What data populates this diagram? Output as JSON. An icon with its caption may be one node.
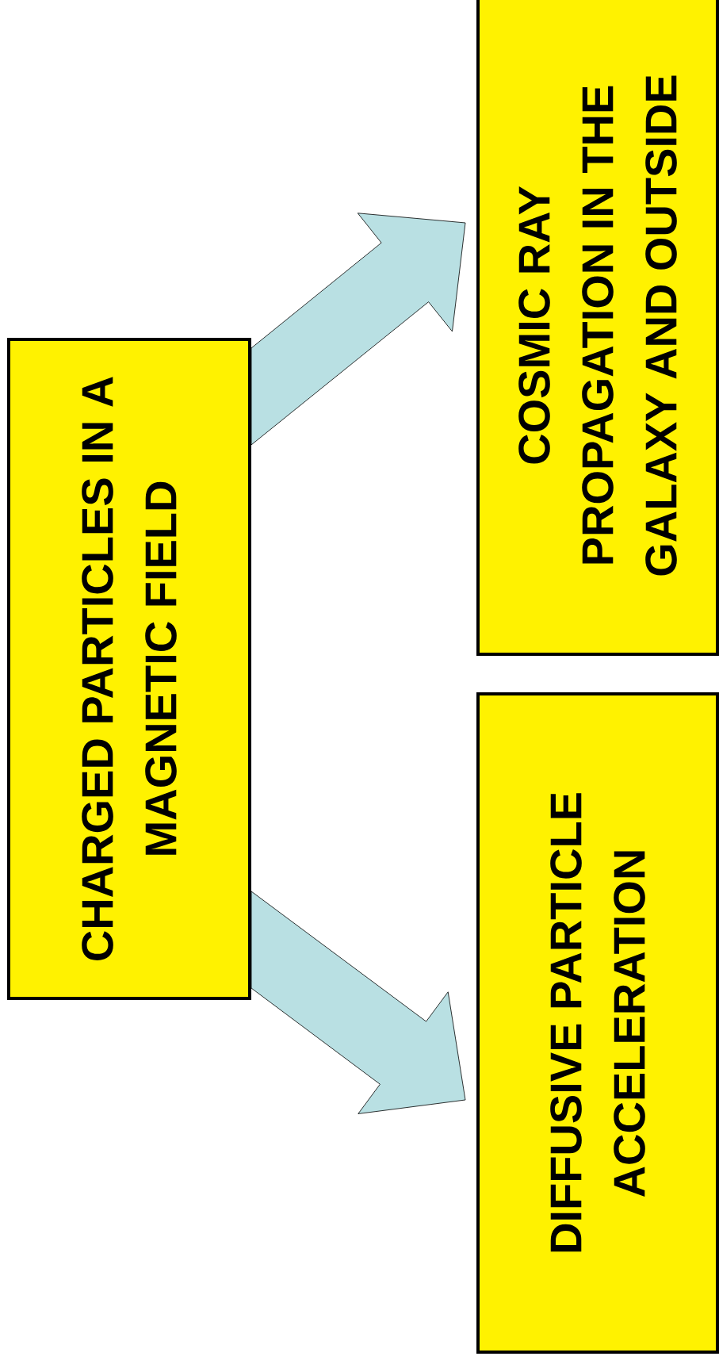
{
  "diagram": {
    "nodes": [
      {
        "text": [
          "CHARGED PARTICLES IN A MAGNETIC FIELD"
        ]
      },
      {
        "text": [
          "COSMIC RAY PROPAGATION IN THE GALAXY AND OUTSIDE"
        ]
      },
      {
        "text": [
          "DIFFUSIVE PARTICLE ACCELERATION"
        ]
      }
    ],
    "edges": [
      {
        "from": 0,
        "to": 1,
        "arrow": "to"
      },
      {
        "from": 0,
        "to": 2,
        "arrow": "to"
      }
    ]
  }
}
